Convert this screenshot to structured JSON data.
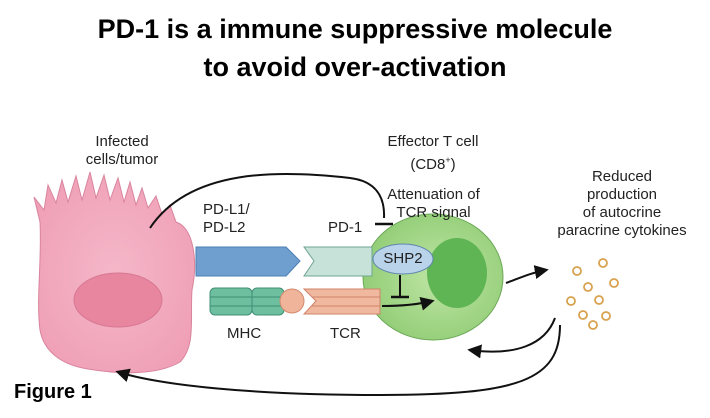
{
  "title": {
    "line1": "PD-1 is a immune suppressive molecule",
    "line2": "to avoid over-activation"
  },
  "labels": {
    "infected_cells": [
      "Infected",
      "cells/tumor"
    ],
    "effector_t_cell": "Effector T cell",
    "cd8": "(CD8",
    "cd8_sup": "+",
    "cd8_close": ")",
    "attenuation": [
      "Attenuation of",
      "TCR signal"
    ],
    "reduced_production": [
      "Reduced",
      "production",
      "of autocrine",
      "paracrine cytokines"
    ],
    "pdl": [
      "PD-L1/",
      "PD-L2"
    ],
    "pd1": "PD-1",
    "shp2": "SHP2",
    "mhc": "MHC",
    "tcr": "TCR"
  },
  "figure_label": "Figure 1",
  "colors": {
    "tumor_cell": "#ef9fb6",
    "tumor_nucleus": "#e8859f",
    "t_cell": "#9bd07f",
    "t_cell_nucleus": "#5fb454",
    "pdl_receptor": "#6f9fcf",
    "pd1_receptor": "#c7e2d8",
    "mhc": "#6dbf9f",
    "tcr": "#f1b8a0",
    "peptide": "#f0b49a",
    "shp2": "#b9d3ea",
    "cytokine": "#d8a24e"
  }
}
